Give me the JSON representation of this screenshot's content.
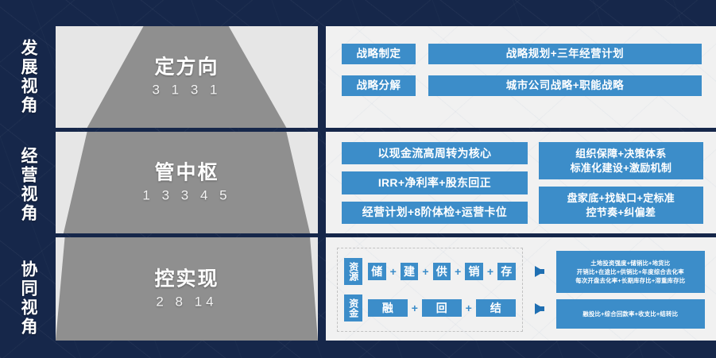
{
  "theme": {
    "background": "#16274a",
    "accent_blue": "#3c8dc9",
    "arrow_blue": "#1f6fb2",
    "panel_light": "#f1f1f1",
    "pyramid_light": "#e6e6e6",
    "pyramid_gray": "#8f8f8f"
  },
  "perspectives": [
    {
      "label": "发展视角"
    },
    {
      "label": "经营视角"
    },
    {
      "label": "协同视角"
    }
  ],
  "rows": [
    {
      "pyramid": {
        "title": "定方向",
        "code": "3 1 3 1"
      },
      "pairs": [
        {
          "tag": "战略制定",
          "detail": "战略规划+三年经营计划"
        },
        {
          "tag": "战略分解",
          "detail": "城市公司战略+职能战略"
        }
      ]
    },
    {
      "pyramid": {
        "title": "管中枢",
        "code": "1 3 3 4 5"
      },
      "left_items": [
        "以现金流高周转为核心",
        "IRR+净利率+股东回正",
        "经营计划+8阶体检+运营卡位"
      ],
      "right_items": [
        {
          "line1": "组织保障+决策体系",
          "line2": "标准化建设+激励机制"
        },
        {
          "line1": "盘家底+找缺口+定标准",
          "line2": "控节奏+纠偏差"
        }
      ]
    },
    {
      "pyramid": {
        "title": "控实现",
        "code": "2 8 14"
      },
      "flows": [
        {
          "tag": "资源",
          "steps": [
            "储",
            "建",
            "供",
            "销",
            "存"
          ],
          "connector": "+",
          "outputs": [
            "土地投资强度+储销比+地货比",
            "开销比+在途比+供销比+年度综合去化率",
            "每次开盘去化率+长期库存比+滞重库存比"
          ]
        },
        {
          "tag": "资金",
          "steps": [
            "融",
            "回",
            "结"
          ],
          "connector": "+",
          "outputs": [
            "融投比+综合回款率+收支比+结转比"
          ]
        }
      ]
    }
  ]
}
